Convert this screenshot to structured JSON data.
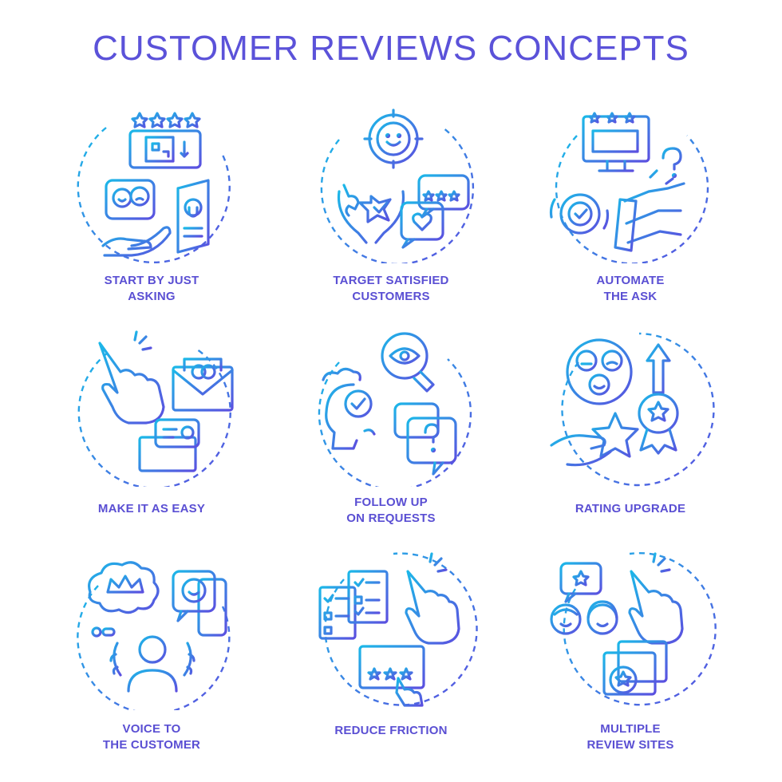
{
  "title": "CUSTOMER REVIEWS CONCEPTS",
  "colors": {
    "gradient_start": "#1bb8e8",
    "gradient_end": "#5b4fe0",
    "title": "#5b52d9",
    "label": "#5a4fd3"
  },
  "concepts": [
    {
      "line1": "START BY JUST",
      "line2": "ASKING",
      "icon": "qr-review-asking-icon"
    },
    {
      "line1": "TARGET SATISFIED",
      "line2": "CUSTOMERS",
      "icon": "target-smile-icon"
    },
    {
      "line1": "AUTOMATE",
      "line2": "THE ASK",
      "icon": "robot-gear-icon"
    },
    {
      "line1": "MAKE IT AS EASY",
      "line2": "",
      "icon": "click-envelope-icon"
    },
    {
      "line1": "FOLLOW UP",
      "line2": "ON REQUESTS",
      "icon": "head-magnifier-icon"
    },
    {
      "line1": "RATING UPGRADE",
      "line2": "",
      "icon": "emoji-star-badge-icon"
    },
    {
      "line1": "VOICE TO",
      "line2": "THE CUSTOMER",
      "icon": "crown-thought-icon"
    },
    {
      "line1": "REDUCE FRICTION",
      "line2": "",
      "icon": "checklist-click-icon"
    },
    {
      "line1": "MULTIPLE",
      "line2": "REVIEW SITES",
      "icon": "people-browser-star-icon"
    }
  ]
}
